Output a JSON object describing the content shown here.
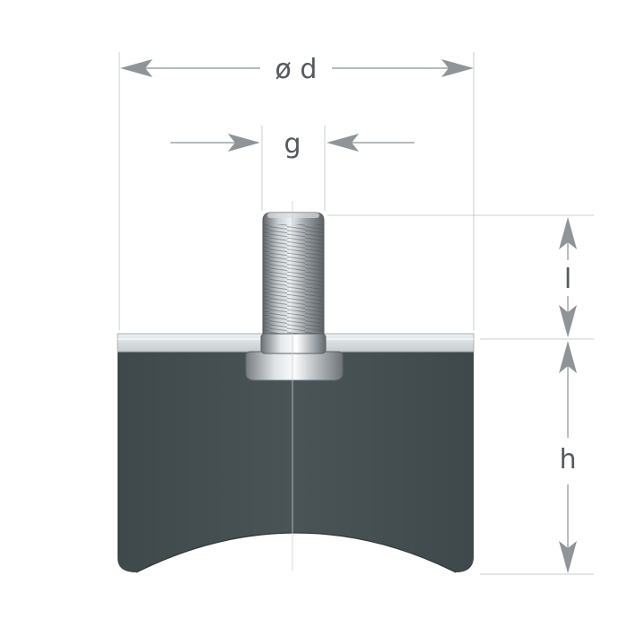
{
  "labels": {
    "diameter": "ø d",
    "thread": "g",
    "stud_length": "l",
    "height": "h"
  },
  "colors": {
    "rubber_body": "#465053",
    "top_plate": "#d8dcdf",
    "stud_metal": "#9aa0a4",
    "dimension_lines": "#9ea3a7",
    "label_text": "#555a5e"
  }
}
